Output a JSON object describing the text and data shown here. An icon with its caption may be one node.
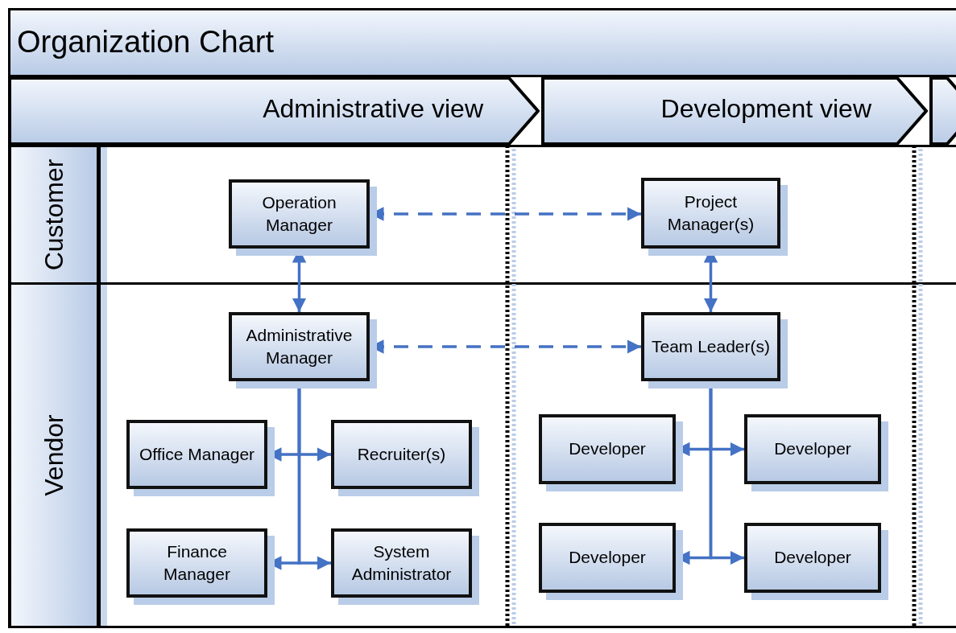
{
  "diagram": {
    "title": "Organization Chart",
    "nodes": [
      {
        "text": [
          "Administrative view"
        ]
      },
      {
        "text": [
          "Development view"
        ]
      },
      {
        "text": [],
        "shape": "chevron"
      },
      {
        "text": [
          "Customer"
        ]
      },
      {
        "text": [
          "Vendor"
        ]
      },
      {
        "text": [
          "Operation Manager"
        ],
        "in": 3
      },
      {
        "text": [
          "Project Manager(s)"
        ],
        "in": 3
      },
      {
        "text": [
          "Administrative Manager"
        ],
        "in": 4
      },
      {
        "text": [
          "Team Leader(s)"
        ],
        "in": 4
      },
      {
        "text": [
          "Office Manager"
        ],
        "in": 4
      },
      {
        "text": [
          "Recruiter(s)"
        ],
        "in": 4
      },
      {
        "text": [
          "Finance Manager"
        ],
        "in": 4
      },
      {
        "text": [
          "System Administrator"
        ],
        "in": 4
      },
      {
        "text": [
          "Developer"
        ],
        "in": 4
      },
      {
        "text": [
          "Developer"
        ],
        "in": 4
      },
      {
        "text": [
          "Developer"
        ],
        "in": 4
      },
      {
        "text": [
          "Developer"
        ],
        "in": 4
      }
    ],
    "edges": [
      {
        "from": 5,
        "to": 6,
        "arrow": "both",
        "style": "dashed"
      },
      {
        "from": 5,
        "to": 7,
        "arrow": "both"
      },
      {
        "from": 7,
        "to": 8,
        "arrow": "both",
        "style": "dashed"
      },
      {
        "from": 6,
        "to": 8,
        "arrow": "both"
      },
      {
        "from": 7,
        "to": 9,
        "arrow": "to"
      },
      {
        "from": 7,
        "to": 10,
        "arrow": "to"
      },
      {
        "from": 7,
        "to": 11,
        "arrow": "to"
      },
      {
        "from": 7,
        "to": 12,
        "arrow": "to"
      },
      {
        "from": 8,
        "to": 13,
        "arrow": "to"
      },
      {
        "from": 8,
        "to": 14,
        "arrow": "to"
      },
      {
        "from": 8,
        "to": 15,
        "arrow": "to"
      },
      {
        "from": 8,
        "to": 16,
        "arrow": "to"
      }
    ]
  }
}
